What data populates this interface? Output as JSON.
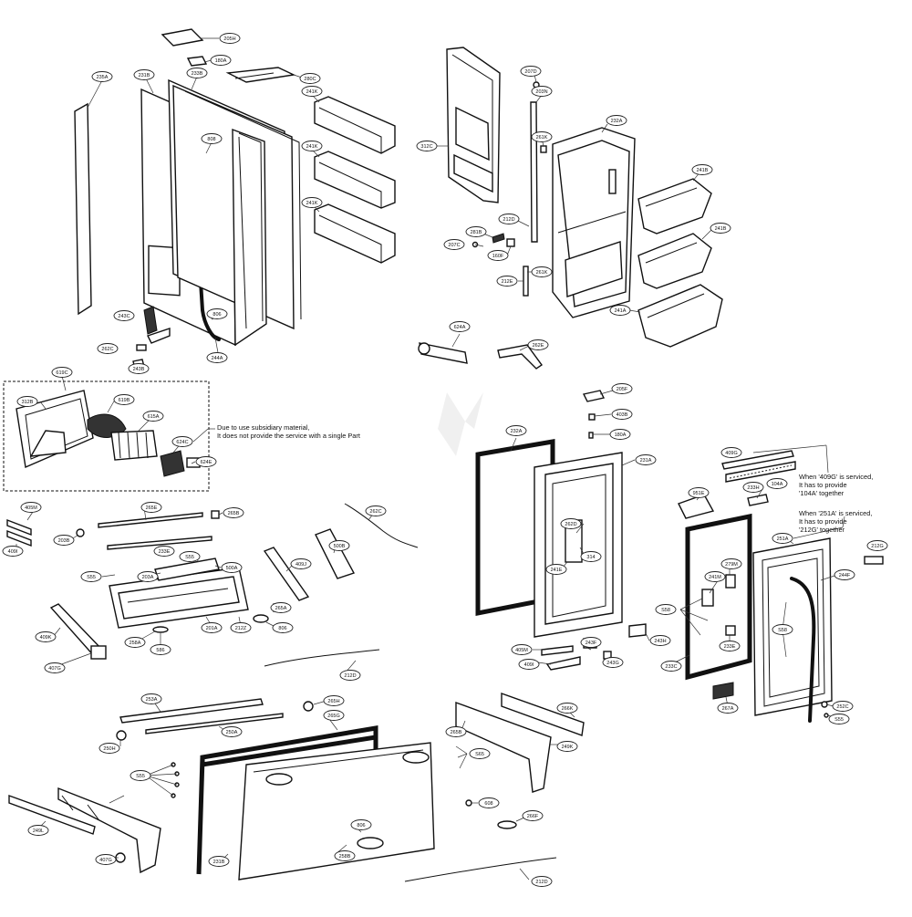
{
  "notes": {
    "service_note_line1": "Due to use subsidiary material,",
    "service_note_line2": "It does not provide the service with a single Part",
    "note_409g_line1": "When '409G' is serviced,",
    "note_409g_line2": "It has to provide",
    "note_409g_line3": "'104A' together",
    "note_251a_line1": "When '251A' is serviced,",
    "note_251a_line2": "It has to provide",
    "note_251a_line3": "'212G' together"
  },
  "labels": [
    {
      "id": "205H",
      "text": "205H"
    },
    {
      "id": "180A",
      "text": "180A"
    },
    {
      "id": "235A",
      "text": "235A"
    },
    {
      "id": "231B",
      "text": "231B"
    },
    {
      "id": "233B",
      "text": "233B"
    },
    {
      "id": "280C",
      "text": "280C"
    },
    {
      "id": "241K1",
      "text": "241K"
    },
    {
      "id": "241K2",
      "text": "241K"
    },
    {
      "id": "241K3",
      "text": "241K"
    },
    {
      "id": "808",
      "text": "808"
    },
    {
      "id": "243C",
      "text": "243C"
    },
    {
      "id": "262C",
      "text": "262C"
    },
    {
      "id": "243B",
      "text": "243B"
    },
    {
      "id": "806",
      "text": "806"
    },
    {
      "id": "244A",
      "text": "244A"
    },
    {
      "id": "312C",
      "text": "312C"
    },
    {
      "id": "207D",
      "text": "207D"
    },
    {
      "id": "203N",
      "text": "203N"
    },
    {
      "id": "261K1",
      "text": "261K"
    },
    {
      "id": "232A",
      "text": "232A"
    },
    {
      "id": "241B1",
      "text": "241B"
    },
    {
      "id": "241B2",
      "text": "241B"
    },
    {
      "id": "241A",
      "text": "241A"
    },
    {
      "id": "212D1",
      "text": "212D"
    },
    {
      "id": "281B",
      "text": "281B"
    },
    {
      "id": "207C",
      "text": "207C"
    },
    {
      "id": "160F",
      "text": "160F"
    },
    {
      "id": "261K2",
      "text": "261K"
    },
    {
      "id": "212E",
      "text": "212E"
    },
    {
      "id": "624A",
      "text": "624A"
    },
    {
      "id": "262E",
      "text": "262E"
    },
    {
      "id": "619C",
      "text": "619C"
    },
    {
      "id": "312B",
      "text": "312B"
    },
    {
      "id": "619B",
      "text": "619B"
    },
    {
      "id": "615A",
      "text": "615A"
    },
    {
      "id": "624C",
      "text": "624C"
    },
    {
      "id": "624E",
      "text": "624E"
    },
    {
      "id": "205F",
      "text": "205F"
    },
    {
      "id": "403B",
      "text": "403B"
    },
    {
      "id": "180A2",
      "text": "180A"
    },
    {
      "id": "232A2",
      "text": "232A"
    },
    {
      "id": "231A",
      "text": "231A"
    },
    {
      "id": "262D",
      "text": "262D"
    },
    {
      "id": "241E",
      "text": "241E"
    },
    {
      "id": "314",
      "text": "314"
    },
    {
      "id": "409G",
      "text": "409G"
    },
    {
      "id": "104A",
      "text": "104A"
    },
    {
      "id": "233H",
      "text": "233H"
    },
    {
      "id": "951E",
      "text": "951E"
    },
    {
      "id": "251A",
      "text": "251A"
    },
    {
      "id": "212G",
      "text": "212G"
    },
    {
      "id": "405M1",
      "text": "405M"
    },
    {
      "id": "409I",
      "text": "409I"
    },
    {
      "id": "265E",
      "text": "265E"
    },
    {
      "id": "265B",
      "text": "265B"
    },
    {
      "id": "203B",
      "text": "203B"
    },
    {
      "id": "233E",
      "text": "233E"
    },
    {
      "id": "262C2",
      "text": "262C"
    },
    {
      "id": "S55a",
      "text": "S55"
    },
    {
      "id": "S55b",
      "text": "S55"
    },
    {
      "id": "203A",
      "text": "203A"
    },
    {
      "id": "500A",
      "text": "500A"
    },
    {
      "id": "409J",
      "text": "409J"
    },
    {
      "id": "500B",
      "text": "500B"
    },
    {
      "id": "201A",
      "text": "201A"
    },
    {
      "id": "212Z",
      "text": "212Z"
    },
    {
      "id": "265A",
      "text": "265A"
    },
    {
      "id": "806b",
      "text": "806"
    },
    {
      "id": "258A",
      "text": "258A"
    },
    {
      "id": "586",
      "text": "586"
    },
    {
      "id": "409K",
      "text": "409K"
    },
    {
      "id": "407G",
      "text": "407G"
    },
    {
      "id": "212D2",
      "text": "212D"
    },
    {
      "id": "405M2",
      "text": "405M"
    },
    {
      "id": "409I2",
      "text": "409I"
    },
    {
      "id": "243F",
      "text": "243F"
    },
    {
      "id": "243G",
      "text": "243G"
    },
    {
      "id": "243H",
      "text": "243H"
    },
    {
      "id": "241M",
      "text": "241M"
    },
    {
      "id": "279M",
      "text": "279M"
    },
    {
      "id": "S58a",
      "text": "S58"
    },
    {
      "id": "233C",
      "text": "233C"
    },
    {
      "id": "233E2",
      "text": "233E"
    },
    {
      "id": "244F",
      "text": "244F"
    },
    {
      "id": "S58b",
      "text": "S58"
    },
    {
      "id": "267A",
      "text": "267A"
    },
    {
      "id": "252C",
      "text": "252C"
    },
    {
      "id": "S55c",
      "text": "S55"
    },
    {
      "id": "253A",
      "text": "253A"
    },
    {
      "id": "265H",
      "text": "265H"
    },
    {
      "id": "250A",
      "text": "250A"
    },
    {
      "id": "265G",
      "text": "265G"
    },
    {
      "id": "250H",
      "text": "250H"
    },
    {
      "id": "S55d",
      "text": "S55"
    },
    {
      "id": "S65",
      "text": "S65"
    },
    {
      "id": "265B2",
      "text": "265B"
    },
    {
      "id": "249K",
      "text": "249K"
    },
    {
      "id": "266K",
      "text": "266K"
    },
    {
      "id": "608",
      "text": "608"
    },
    {
      "id": "266F",
      "text": "266F"
    },
    {
      "id": "407G2",
      "text": "407G"
    },
    {
      "id": "231B2",
      "text": "231B"
    },
    {
      "id": "806c",
      "text": "806"
    },
    {
      "id": "258B",
      "text": "258B"
    },
    {
      "id": "212D3",
      "text": "212D"
    },
    {
      "id": "249L",
      "text": "249L"
    }
  ]
}
